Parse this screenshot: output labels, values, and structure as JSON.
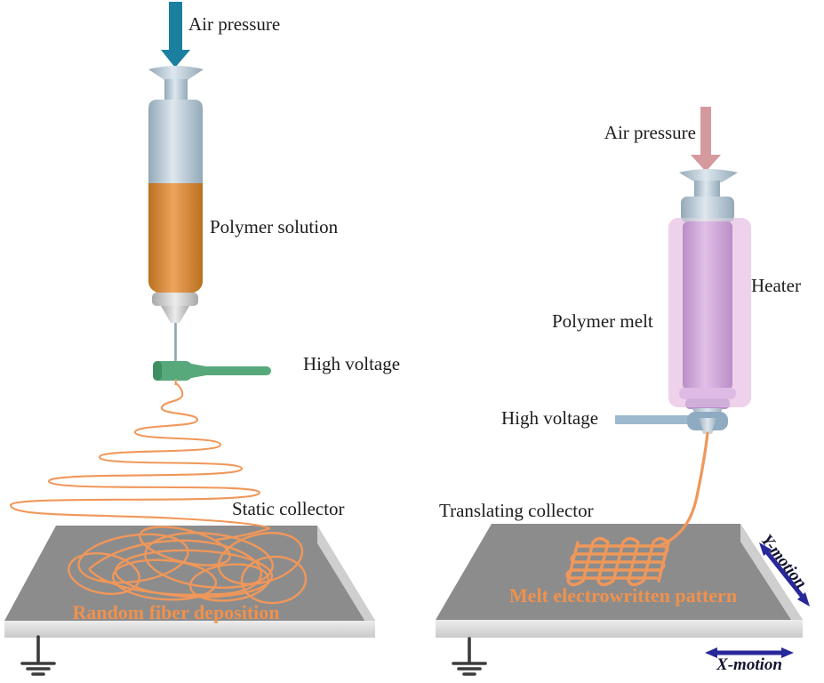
{
  "left_panel": {
    "air_pressure": "Air pressure",
    "polymer_solution": "Polymer solution",
    "high_voltage": "High voltage",
    "collector": "Static collector",
    "caption": "Random fiber deposition"
  },
  "right_panel": {
    "air_pressure": "Air pressure",
    "heater": "Heater",
    "polymer_melt": "Polymer melt",
    "high_voltage": "High voltage",
    "collector": "Translating collector",
    "caption": "Melt electrowritten pattern",
    "y_motion": "Y-motion",
    "x_motion": "X-motion"
  },
  "icons": {
    "air_pressure_arrow_left": "down-arrow",
    "air_pressure_arrow_right": "down-arrow",
    "ground_symbol_left": "earth-ground",
    "ground_symbol_right": "earth-ground",
    "y_motion_arrow": "double-arrow",
    "x_motion_arrow": "double-arrow"
  },
  "colors": {
    "arrow_teal": "#1b7f9f",
    "arrow_rose": "#d49a9e",
    "polymer_orange": "#df9144",
    "fiber_orange": "#f0975a",
    "connector_green": "#57a97b",
    "needle_gray": "#8fa6b0",
    "collector_top": "#8c8c8c",
    "collector_side": "#d7d7d7",
    "collector_bevel": "#cfcfcf",
    "melt_purple": "#b27fc7",
    "heater_pink": "#ecccе8",
    "heater_pink_safe": "#eccce8",
    "hv_bar_blue": "#9db9cd",
    "hv_clamp_blue": "#8fabc2",
    "motion_navy": "#28289a",
    "caption_orange": "#f0914d",
    "text_black": "#1c1c1c",
    "ground_dark": "#3c3c3c"
  }
}
